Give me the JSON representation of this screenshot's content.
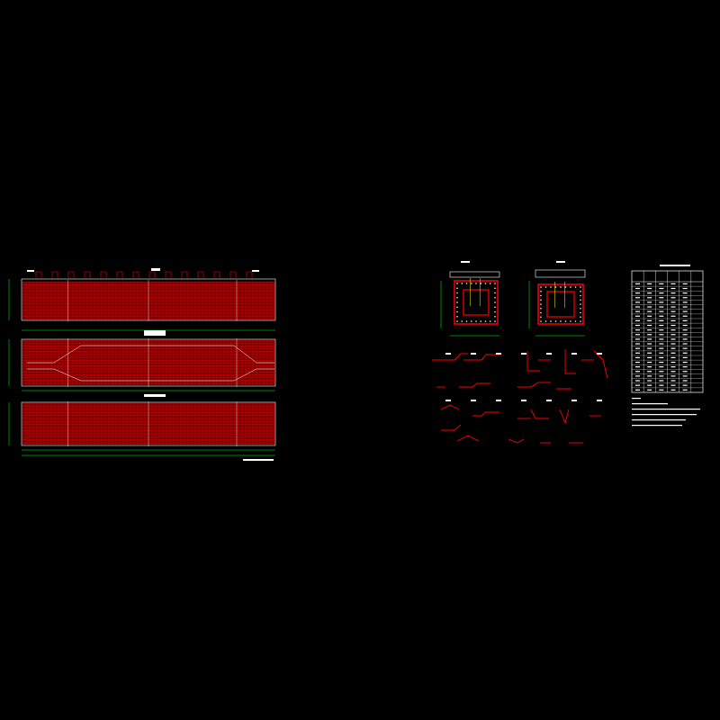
{
  "drawing": {
    "background": "#000000",
    "colors": {
      "rebar": "#ff0000",
      "outline": "#ffffff",
      "dimension": "#00ff00",
      "label": "#ffff00",
      "accent": "#ff00ff"
    },
    "elevation_views": [
      {
        "id": "elevation"
      },
      {
        "id": "plan"
      },
      {
        "id": "bottom-plan"
      }
    ],
    "cross_sections": [
      {
        "id": "section-1"
      },
      {
        "id": "section-2"
      }
    ],
    "bar_shapes": {
      "count": 22
    },
    "rebar_table": {
      "rows": 24,
      "columns": 6
    },
    "notes": {
      "lines": 6
    }
  }
}
